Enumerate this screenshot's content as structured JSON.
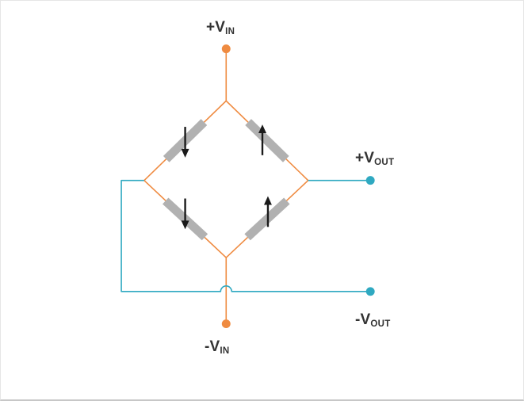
{
  "labels": {
    "vin_pos": {
      "main": "+V",
      "sub": "IN"
    },
    "vout_pos": {
      "main": "+V",
      "sub": "OUT"
    },
    "vout_neg": {
      "main": "-V",
      "sub": "OUT"
    },
    "vin_neg": {
      "main": "-V",
      "sub": "IN"
    }
  },
  "colors": {
    "excitation_wire": "#EF8B41",
    "output_wire": "#2FA9C1",
    "strain_gauge": "#B1B1B1",
    "arrow": "#1A1A1A",
    "label_text": "#333333"
  },
  "gauges": [
    {
      "position": "top-left",
      "arrow": "down"
    },
    {
      "position": "top-right",
      "arrow": "up"
    },
    {
      "position": "bottom-left",
      "arrow": "down"
    },
    {
      "position": "bottom-right",
      "arrow": "up"
    }
  ]
}
